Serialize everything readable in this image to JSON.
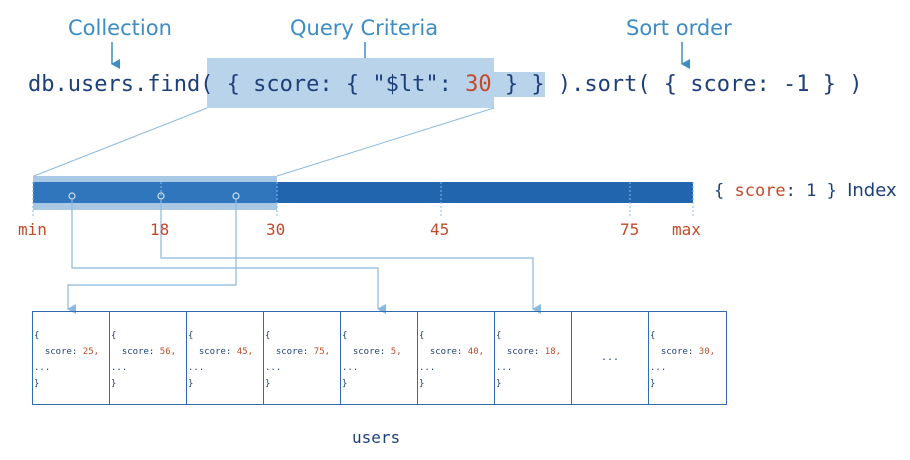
{
  "labels": {
    "collection": "Collection",
    "query_criteria": "Query Criteria",
    "sort_order": "Sort order"
  },
  "query": {
    "prefix": "db.users.find( ",
    "criteria_pre": "{ score: { \"$lt\": ",
    "criteria_num": "30",
    "criteria_post": " } }",
    "suffix": " ).sort( { score: -1 } )"
  },
  "index": {
    "label_code_pre": "{ ",
    "label_field": "score",
    "label_code_post": ": 1 } ",
    "label_word": "Index",
    "ticks": [
      "min",
      "18",
      "30",
      "45",
      "75",
      "max"
    ]
  },
  "documents": [
    {
      "open": "{",
      "field": "score:",
      "value": "25,",
      "rest": "...",
      "close": "}"
    },
    {
      "open": "{",
      "field": "score:",
      "value": "56,",
      "rest": "...",
      "close": "}"
    },
    {
      "open": "{",
      "field": "score:",
      "value": "45,",
      "rest": "...",
      "close": "}"
    },
    {
      "open": "{",
      "field": "score:",
      "value": "75,",
      "rest": "...",
      "close": "}"
    },
    {
      "open": "{",
      "field": "score:",
      "value": "5,",
      "rest": "...",
      "close": "}"
    },
    {
      "open": "{",
      "field": "score:",
      "value": "40,",
      "rest": "...",
      "close": "}"
    },
    {
      "open": "{",
      "field": "score:",
      "value": "18,",
      "rest": "...",
      "close": "}"
    },
    {
      "ellipsis": "..."
    },
    {
      "open": "{",
      "field": "score:",
      "value": "30,",
      "rest": "...",
      "close": "}"
    }
  ],
  "collection_name": "users",
  "colors": {
    "label_blue": "#3d8cc4",
    "dark_blue": "#1d3f7a",
    "index_bar": "#2165ae",
    "highlight": "#b8d3ea",
    "number_red": "#c24a2a",
    "connector": "#8ab9e0"
  }
}
